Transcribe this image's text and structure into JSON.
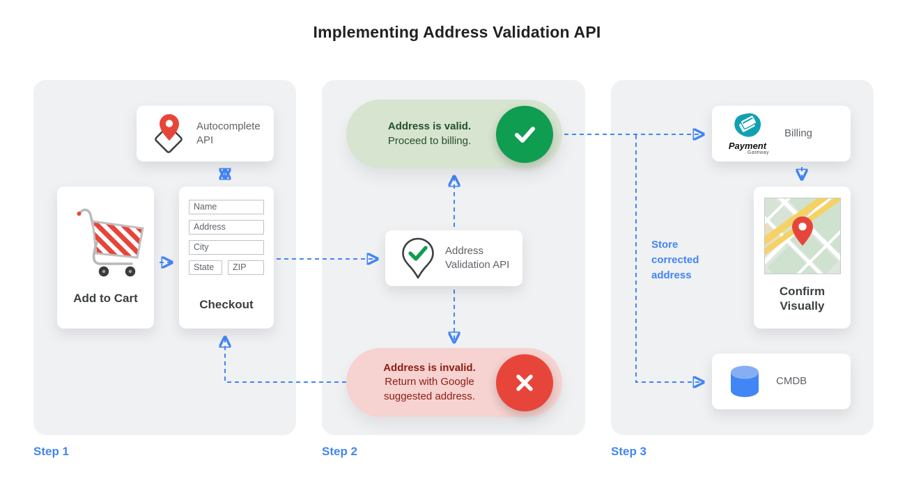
{
  "title": "Implementing Address Validation API",
  "steps": {
    "step1": "Step 1",
    "step2": "Step 2",
    "step3": "Step 3"
  },
  "step1": {
    "autocomplete": {
      "label": "Autocomplete API"
    },
    "add_to_cart": {
      "label": "Add to Cart"
    },
    "checkout": {
      "label": "Checkout",
      "fields": {
        "name": "Name",
        "address": "Address",
        "city": "City",
        "state": "State",
        "zip": "ZIP"
      }
    }
  },
  "step2": {
    "valid": {
      "title": "Address is valid.",
      "subtitle": "Proceed to billing."
    },
    "api": {
      "label": "Address Validation API"
    },
    "invalid": {
      "title": "Address is invalid.",
      "subtitle": "Return with Google suggested address."
    }
  },
  "step3": {
    "billing": {
      "label": "Billing",
      "logo_title": "Payment",
      "logo_subtitle": "Gateway"
    },
    "confirm": {
      "label": "Confirm Visually"
    },
    "cmdb": {
      "label": "CMDB"
    },
    "store_note": "Store corrected address"
  },
  "colors": {
    "accent_blue": "#4285f4",
    "valid_green": "#0f9d51",
    "valid_bg": "#d7e4d0",
    "valid_text": "#23512a",
    "invalid_red": "#e8453a",
    "invalid_bg": "#f6d2d0",
    "invalid_text": "#8c1d12",
    "panel_bg": "#f0f1f3"
  }
}
